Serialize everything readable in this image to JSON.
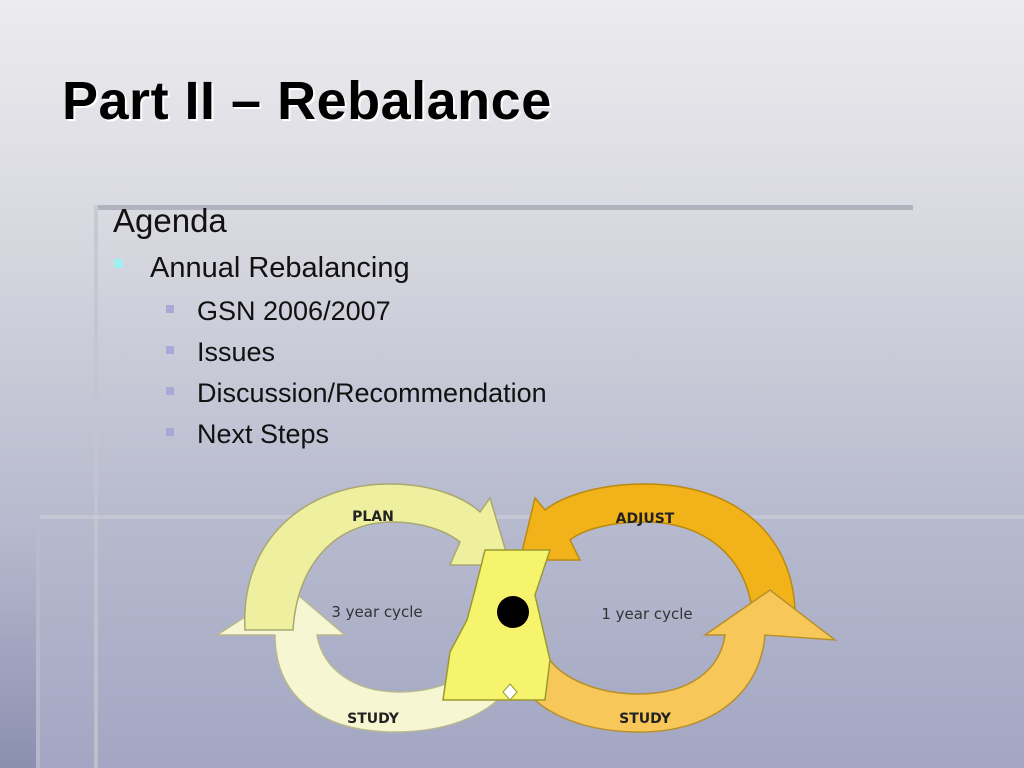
{
  "slide": {
    "title": "Part II – Rebalance",
    "heading": "Agenda",
    "level1": [
      {
        "label": "Annual Rebalancing"
      }
    ],
    "level2": [
      {
        "label": "GSN 2006/2007"
      },
      {
        "label": "Issues"
      },
      {
        "label": "Discussion/Recommendation"
      },
      {
        "label": "Next Steps"
      }
    ]
  },
  "diagram": {
    "left_loop": {
      "top": "PLAN",
      "bottom": "STUDY",
      "center": "3 year cycle"
    },
    "right_loop": {
      "top": "ADJUST",
      "bottom": "STUDY",
      "center": "1 year cycle"
    },
    "colors": {
      "left_light": "#f6f7d2",
      "left_mid": "#eef0a0",
      "right_gold": "#f2b21a",
      "right_light": "#f7c75a",
      "center": "#f6f36d",
      "dot": "#000000"
    }
  }
}
